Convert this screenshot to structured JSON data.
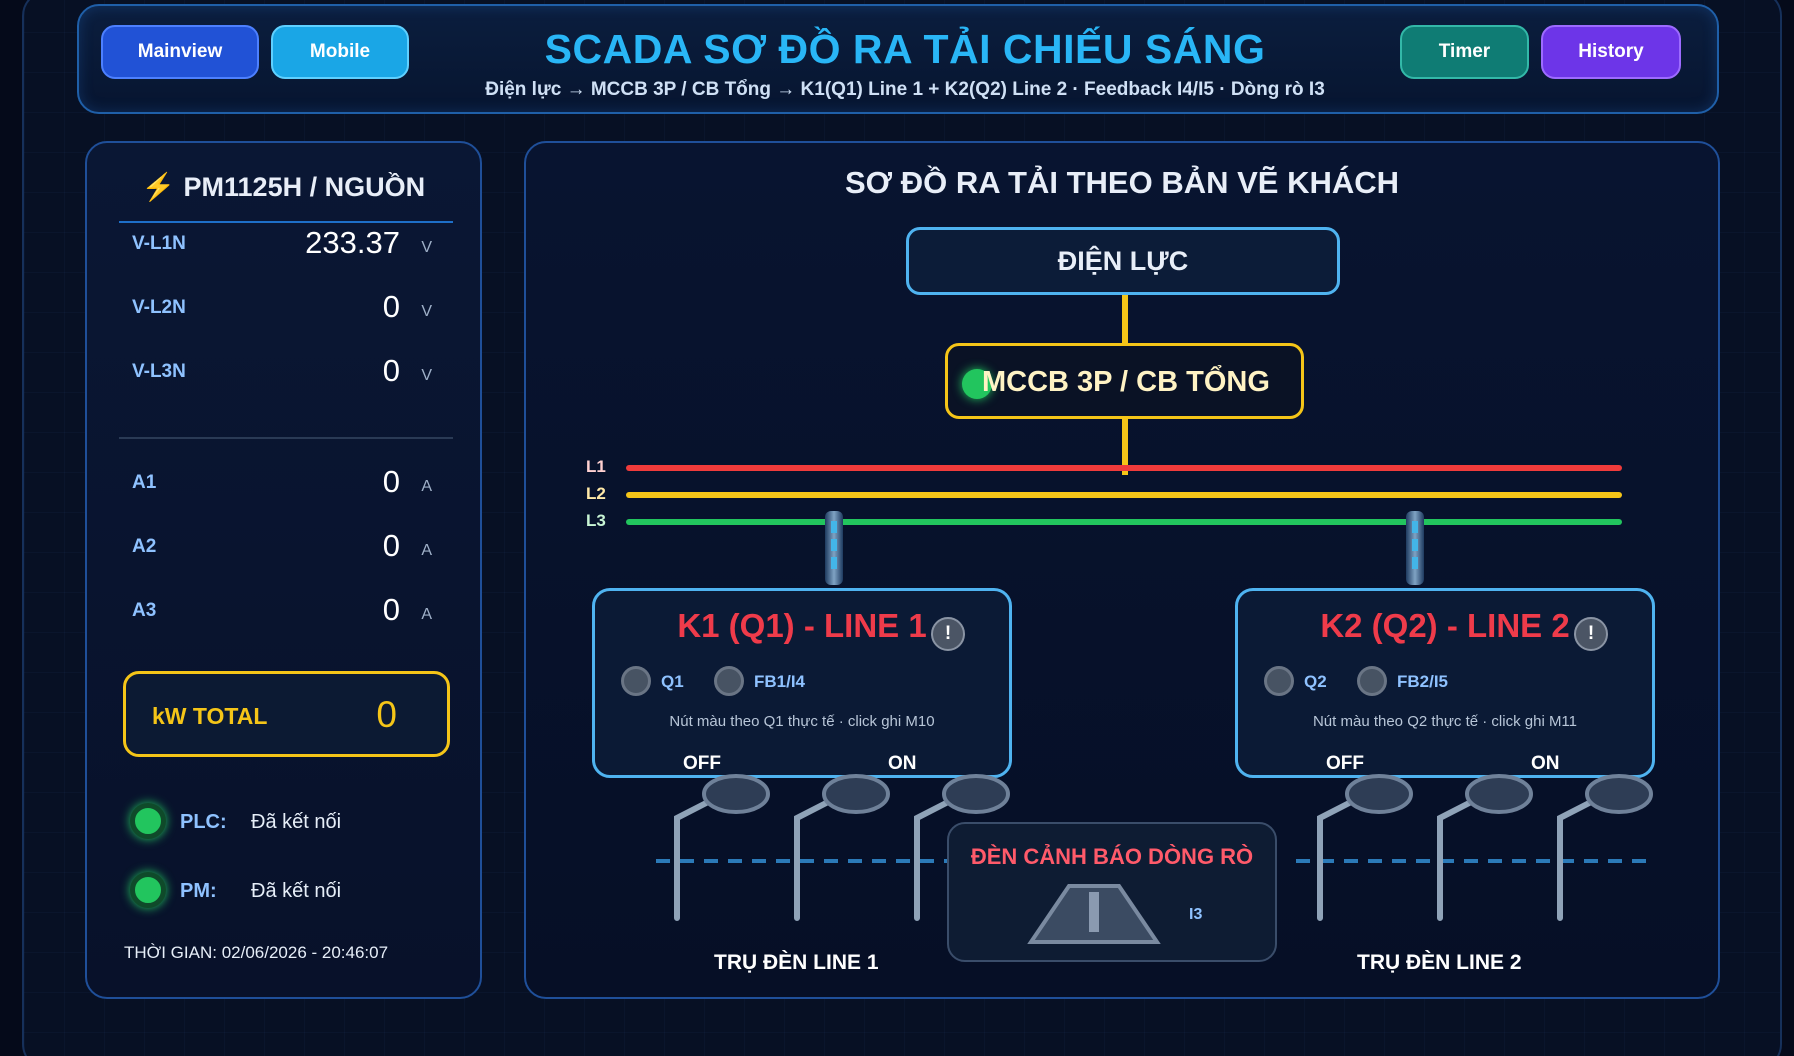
{
  "header": {
    "title": "SCADA SƠ ĐỒ RA TẢI CHIẾU SÁNG",
    "subtitle": "Điện lực → MCCB 3P / CB Tổng → K1(Q1) Line 1 + K2(Q2) Line 2 · Feedback I4/I5 · Dòng rò I3",
    "buttons": {
      "mainview": "Mainview",
      "mobile": "Mobile",
      "timer": "Timer",
      "history": "History"
    }
  },
  "left": {
    "title": "PM1125H / NGUỒN",
    "bolt_icon": "⚡",
    "voltages": [
      {
        "label": "V-L1N",
        "value": "233.37",
        "unit": "V"
      },
      {
        "label": "V-L2N",
        "value": "0",
        "unit": "V"
      },
      {
        "label": "V-L3N",
        "value": "0",
        "unit": "V"
      }
    ],
    "currents": [
      {
        "label": "A1",
        "value": "0",
        "unit": "A"
      },
      {
        "label": "A2",
        "value": "0",
        "unit": "A"
      },
      {
        "label": "A3",
        "value": "0",
        "unit": "A"
      }
    ],
    "kw_label": "kW TOTAL",
    "kw_value": "0",
    "status": [
      {
        "label": "PLC:",
        "value": "Đã kết nối",
        "color": "#22c55e"
      },
      {
        "label": "PM:",
        "value": "Đã kết nối",
        "color": "#22c55e"
      }
    ],
    "time": "THỜI GIAN: 02/06/2026 - 20:46:07"
  },
  "diagram": {
    "title": "SƠ ĐỒ RA TẢI THEO BẢN VẼ KHÁCH",
    "source": "ĐIỆN LỰC",
    "mccb": "MCCB 3P / CB TỔNG",
    "bus": [
      {
        "label": "L1",
        "color": "#ef3b3b"
      },
      {
        "label": "L2",
        "color": "#f5c518"
      },
      {
        "label": "L3",
        "color": "#22c55e"
      }
    ],
    "k1": {
      "title": "K1 (Q1) - LINE 1",
      "warn": "!",
      "ind1": "Q1",
      "ind2": "FB1/I4",
      "note": "Nút màu theo Q1 thực tế · click ghi M10",
      "off": "OFF",
      "on": "ON"
    },
    "k2": {
      "title": "K2 (Q2) - LINE 2",
      "warn": "!",
      "ind1": "Q2",
      "ind2": "FB2/I5",
      "note": "Nút màu theo Q2 thực tế · click ghi M11",
      "off": "OFF",
      "on": "ON"
    },
    "leak": {
      "title": "ĐÈN CẢNH BÁO DÒNG RÒ",
      "tag": "I3"
    },
    "pole_line1": "TRỤ ĐÈN LINE 1",
    "pole_line2": "TRỤ ĐÈN LINE 2"
  }
}
